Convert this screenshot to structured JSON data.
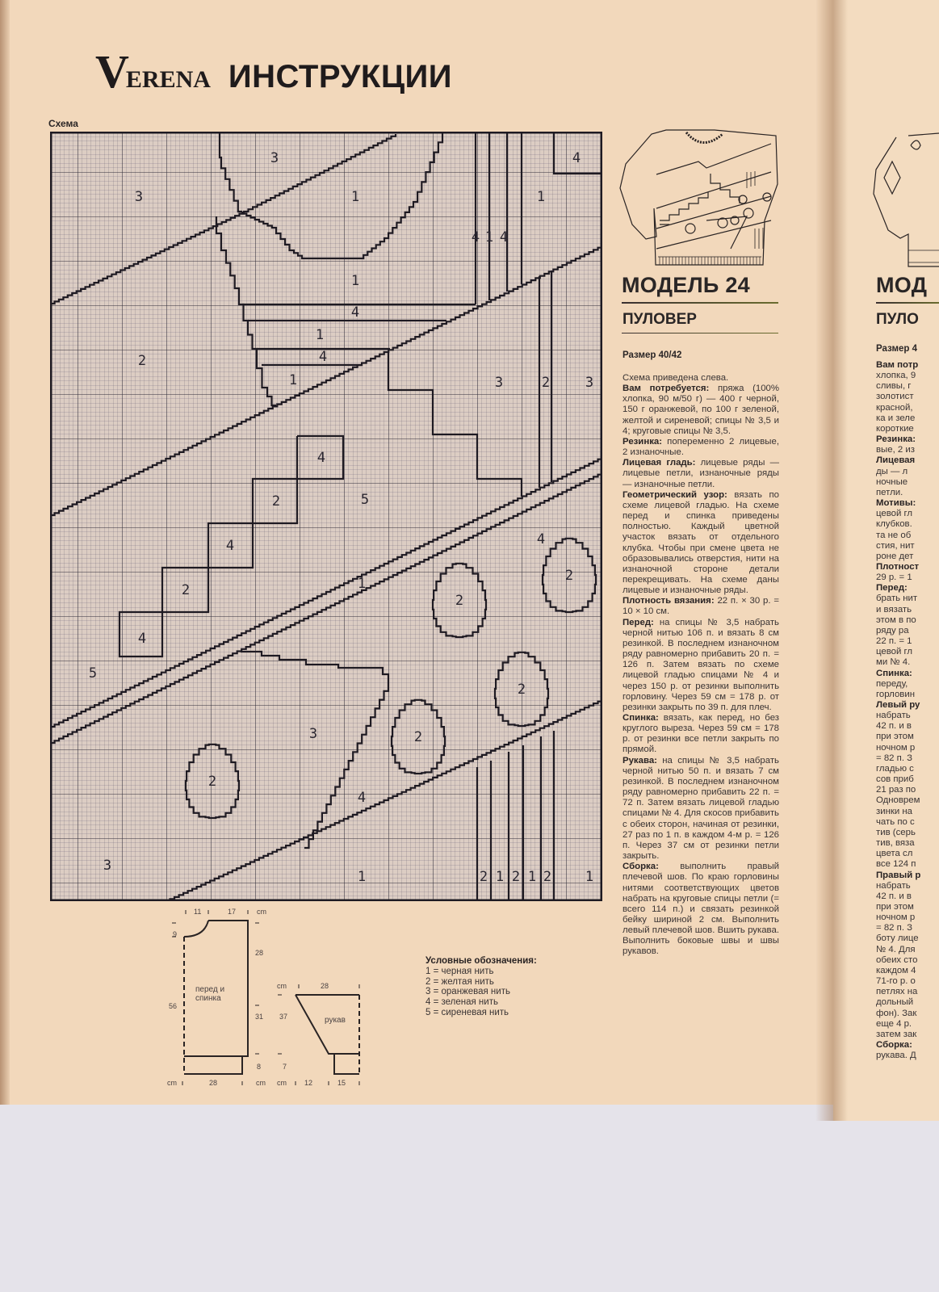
{
  "header": {
    "brand_initial": "V",
    "brand_rest": "ERENA",
    "section": "ИНСТРУКЦИИ"
  },
  "schema_label": "Схема",
  "chart": {
    "type": "knitting-colorwork-grid",
    "labels": [
      "3",
      "3",
      "1",
      "1",
      "4",
      "4",
      "1",
      "4",
      "1",
      "4",
      "1",
      "4",
      "1",
      "2",
      "3",
      "2",
      "3",
      "4",
      "2",
      "5",
      "4",
      "2",
      "4",
      "2",
      "1",
      "2",
      "4",
      "5",
      "2",
      "3",
      "2",
      "2",
      "4",
      "3",
      "1",
      "2",
      "1",
      "2",
      "1",
      "2",
      "1"
    ]
  },
  "model": {
    "title": "МОДЕЛЬ 24",
    "subtitle": "ПУЛОВЕР",
    "size": "Размер 40/42"
  },
  "instructions": [
    {
      "label": "",
      "text": "Схема приведена слева."
    },
    {
      "label": "Вам потребуется:",
      "text": " пряжа (100% хлопка, 90 м/50 г) — 400 г черной, 150 г оранжевой, по 100 г зеленой, желтой и сиреневой; спицы № 3,5 и 4; круговые спицы № 3,5."
    },
    {
      "label": "Резинка:",
      "text": " попеременно 2 лицевые, 2 изнаночные."
    },
    {
      "label": "Лицевая гладь:",
      "text": " лицевые ряды — лицевые петли, изнаночные ряды — изнаночные петли."
    },
    {
      "label": "Геометрический узор:",
      "text": " вязать по схеме лицевой гладью. На схеме перед и спинка приведены полностью. Каждый цветной участок вязать от отдельного клубка. Чтобы при смене цвета не образовывались отверстия, нити на изнаночной стороне детали перекрещивать. На схеме даны лицевые и изнаночные ряды."
    },
    {
      "label": "Плотность вязания:",
      "text": " 22 п. × 30 р. = 10 × 10 см."
    },
    {
      "label": "Перед:",
      "text": " на спицы № 3,5 набрать черной нитью 106 п. и вязать 8 см резинкой. В последнем изнаночном ряду равномерно прибавить 20 п. = 126 п. Затем вязать по схеме лицевой гладью спицами № 4 и через 150 р. от резинки выполнить горловину. Через 59 см = 178 р. от резинки закрыть по 39 п. для плеч."
    },
    {
      "label": "Спинка:",
      "text": " вязать, как перед, но без круглого выреза. Через 59 см = 178 р. от резинки все петли закрыть по прямой."
    },
    {
      "label": "Рукава:",
      "text": " на спицы № 3,5 набрать черной нитью 50 п. и вязать 7 см резинкой. В последнем изнаночном ряду равномерно прибавить 22 п. = 72 п. Затем вязать лицевой гладью спицами № 4. Для скосов прибавить с обеих сторон, начиная от резинки, 27 раз по 1 п. в каждом 4-м р. = 126 п. Через 37 см от резинки петли закрыть."
    },
    {
      "label": "Сборка:",
      "text": " выполнить правый плечевой шов. По краю горловины нитями соответствующих цветов набрать на круговые спицы петли (= всего 114 п.) и связать резинкой бейку шириной 2 см. Выполнить левый плечевой шов. Вшить рукава. Выполнить боковые швы и швы рукавов."
    }
  ],
  "legend": {
    "title": "Условные обозначения:",
    "items": [
      "1 = черная нить",
      "2 = желтая нить",
      "3 = оранжевая нить",
      "4 = зеленая нить",
      "5 = сиреневая нить"
    ]
  },
  "pattern_dims": {
    "body": {
      "neck_w": "11",
      "shoulder_w": "17",
      "unit_top": "cm",
      "neck_h": "9",
      "armhole_h": "28",
      "label": "перед и спинка",
      "total_h": "56",
      "side_h": "31",
      "rib_h": "8",
      "unit_bl": "cm",
      "width": "28",
      "unit_br": "cm"
    },
    "sleeve": {
      "unit_top": "cm",
      "top_w": "28",
      "height": "37",
      "label": "рукав",
      "rib_h": "7",
      "unit_bl": "cm",
      "bottom_left": "12",
      "bottom_right": "15"
    }
  },
  "right_page": {
    "title": "МОД",
    "subtitle": "ПУЛО",
    "size": "Размер 4",
    "lines": [
      {
        "t": "Вам потр",
        "b": true
      },
      {
        "t": "хлопка, 9"
      },
      {
        "t": "сливы, г"
      },
      {
        "t": "золотист"
      },
      {
        "t": "красной,"
      },
      {
        "t": "ка и зеле"
      },
      {
        "t": "короткие"
      },
      {
        "t": "Резинка:",
        "b": true
      },
      {
        "t": "вые, 2 из"
      },
      {
        "t": "Лицевая",
        "b": true
      },
      {
        "t": "ды — л"
      },
      {
        "t": "ночные"
      },
      {
        "t": "петли."
      },
      {
        "t": "Мотивы:",
        "b": true
      },
      {
        "t": "цевой гл"
      },
      {
        "t": "клубков."
      },
      {
        "t": "та не об"
      },
      {
        "t": "стия, нит"
      },
      {
        "t": "роне дет"
      },
      {
        "t": "Плотност",
        "b": true
      },
      {
        "t": "29 р. = 1"
      },
      {
        "t": "Перед:",
        "b": true
      },
      {
        "t": "брать нит"
      },
      {
        "t": "и вязать"
      },
      {
        "t": "этом в по"
      },
      {
        "t": "ряду ра"
      },
      {
        "t": "22 п. = 1"
      },
      {
        "t": "цевой гл"
      },
      {
        "t": "ми № 4."
      },
      {
        "t": "Спинка:",
        "b": true
      },
      {
        "t": "переду,"
      },
      {
        "t": "горловин"
      },
      {
        "t": "Левый ру",
        "b": true
      },
      {
        "t": "набрать"
      },
      {
        "t": "42 п. и в"
      },
      {
        "t": "при этом"
      },
      {
        "t": "ночном р"
      },
      {
        "t": "= 82 п. З"
      },
      {
        "t": "гладью с"
      },
      {
        "t": "сов приб"
      },
      {
        "t": "21 раз по"
      },
      {
        "t": "Одноврем"
      },
      {
        "t": "зинки на"
      },
      {
        "t": "чать по с"
      },
      {
        "t": "тив (серь"
      },
      {
        "t": "тив, вяза"
      },
      {
        "t": "цвета сл"
      },
      {
        "t": "все 124 п"
      },
      {
        "t": "Правый р",
        "b": true
      },
      {
        "t": "набрать"
      },
      {
        "t": "42 п. и в"
      },
      {
        "t": "при этом"
      },
      {
        "t": "ночном р"
      },
      {
        "t": "= 82 п. З"
      },
      {
        "t": "боту лице"
      },
      {
        "t": "№ 4. Для"
      },
      {
        "t": "обеих сто"
      },
      {
        "t": "каждом 4"
      },
      {
        "t": "71-го р. о"
      },
      {
        "t": "петлях на"
      },
      {
        "t": "дольный"
      },
      {
        "t": "фон). Зак"
      },
      {
        "t": "еще 4 р."
      },
      {
        "t": "затем зак"
      },
      {
        "t": "Сборка:",
        "b": true
      },
      {
        "t": "рукава. Д"
      }
    ]
  }
}
